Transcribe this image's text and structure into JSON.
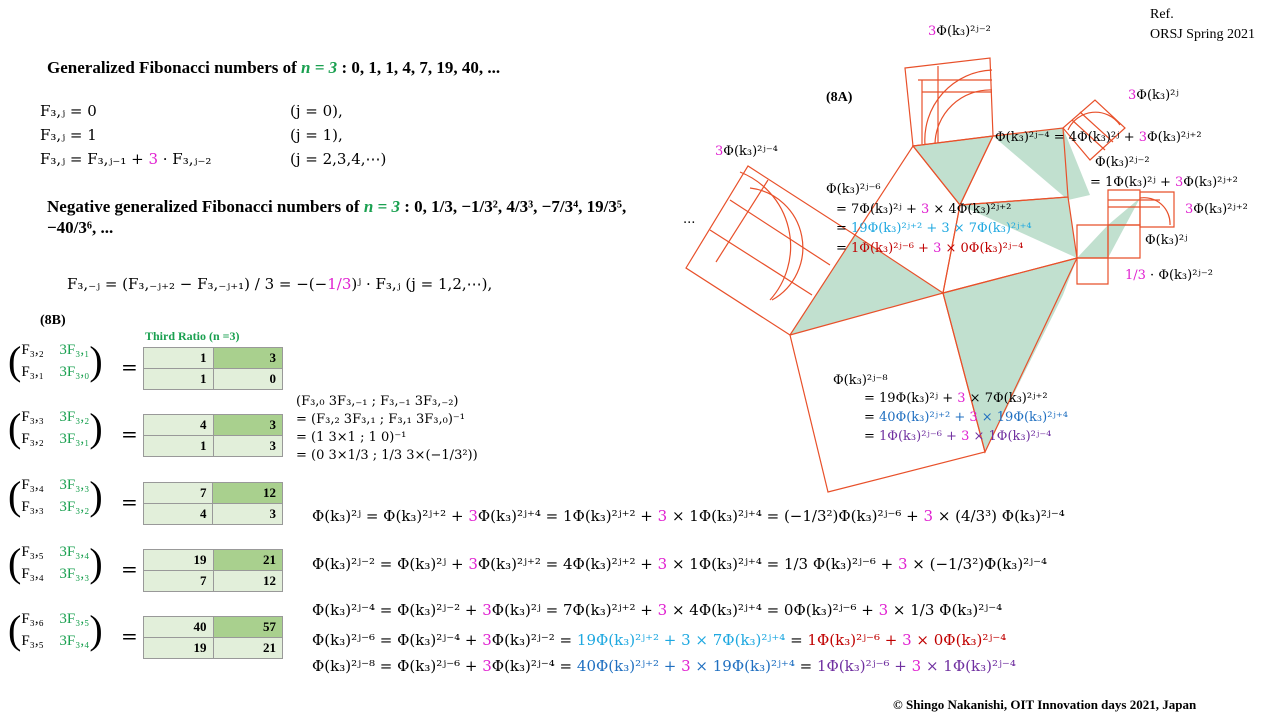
{
  "ref": {
    "line1": "Ref.",
    "line2": "ORSJ Spring  2021"
  },
  "title": {
    "text": "Generalized Fibonacci numbers of ",
    "n": "n = 3",
    "seq": " :   0, 1, 1, 4, 7, 19, 40, ..."
  },
  "definitions": [
    {
      "lhs": "F₃,ⱼ = 0",
      "cond": "(j = 0),"
    },
    {
      "lhs": "F₃,ⱼ = 1",
      "cond": "(j = 1),"
    },
    {
      "lhs": [
        {
          "t": "F₃,ⱼ = F₃,ⱼ₋₁ + ",
          "c": "k"
        },
        {
          "t": "3",
          "c": "m"
        },
        {
          "t": " · F₃,ⱼ₋₂",
          "c": "k"
        }
      ],
      "cond": "(j = 2,3,4,⋯)"
    }
  ],
  "negative": {
    "text": "Negative generalized Fibonacci numbers of ",
    "n": "n = 3",
    "seq": " :   0, 1/3, −1/3², 4/3³, −7/3⁴, 19/3⁵, −40/3⁶, ..."
  },
  "neg_formula": [
    {
      "t": "F₃,₋ⱼ = (F₃,₋ⱼ₊₂ − F₃,₋ⱼ₊₁) / 3 = −(−",
      "c": "k"
    },
    {
      "t": "1/3",
      "c": "m"
    },
    {
      "t": ")ʲ · F₃,ⱼ   (j = 1,2,⋯),",
      "c": "k"
    }
  ],
  "label_8b": "(8B)",
  "label_8a": "(8A)",
  "ratio_title": "Third Ratio (n =3)",
  "matrices": [
    {
      "r1": [
        "F₃,₂",
        "3F₃,₁"
      ],
      "r2": [
        "F₃,₁",
        "3F₃,₀"
      ],
      "cells": [
        [
          "1",
          "3"
        ],
        [
          "1",
          "0"
        ]
      ]
    },
    {
      "r1": [
        "F₃,₃",
        "3F₃,₂"
      ],
      "r2": [
        "F₃,₂",
        "3F₃,₁"
      ],
      "cells": [
        [
          "4",
          "3"
        ],
        [
          "1",
          "3"
        ]
      ]
    },
    {
      "r1": [
        "F₃,₄",
        "3F₃,₃"
      ],
      "r2": [
        "F₃,₃",
        "3F₃,₂"
      ],
      "cells": [
        [
          "7",
          "12"
        ],
        [
          "4",
          "3"
        ]
      ]
    },
    {
      "r1": [
        "F₃,₅",
        "3F₃,₄"
      ],
      "r2": [
        "F₃,₄",
        "3F₃,₃"
      ],
      "cells": [
        [
          "19",
          "21"
        ],
        [
          "7",
          "12"
        ]
      ]
    },
    {
      "r1": [
        "F₃,₆",
        "3F₃,₅"
      ],
      "r2": [
        "F₃,₅",
        "3F₃,₄"
      ],
      "cells": [
        [
          "40",
          "57"
        ],
        [
          "19",
          "21"
        ]
      ]
    }
  ],
  "eq_sign": "=",
  "inverse": {
    "a": "(F₃,₀  3F₃,₋₁ ; F₃,₋₁  3F₃,₋₂)",
    "b": "= (F₃,₂  3F₃,₁ ; F₃,₁  3F₃,₀)⁻¹",
    "c": "= (1  3×1 ; 1  0)⁻¹",
    "d": "= (0  3×1/3 ; 1/3  3×(−1/3²))"
  },
  "equations": [
    [
      {
        "t": "Φ(k₃)²ʲ     = Φ(k₃)²ʲ⁺² + ",
        "c": "k"
      },
      {
        "t": "3",
        "c": "m"
      },
      {
        "t": "Φ(k₃)²ʲ⁺⁴ =  1Φ(k₃)²ʲ⁺² + ",
        "c": "k"
      },
      {
        "t": "3",
        "c": "m"
      },
      {
        "t": " ×  1Φ(k₃)²ʲ⁺⁴ = (−1/3²)Φ(k₃)²ʲ⁻⁶ + ",
        "c": "k"
      },
      {
        "t": "3",
        "c": "m"
      },
      {
        "t": " × (4/3³) Φ(k₃)²ʲ⁻⁴",
        "c": "k"
      }
    ],
    [
      {
        "t": "Φ(k₃)²ʲ⁻² = Φ(k₃)²ʲ    + ",
        "c": "k"
      },
      {
        "t": "3",
        "c": "m"
      },
      {
        "t": "Φ(k₃)²ʲ⁺² =  4Φ(k₃)²ʲ⁺² + ",
        "c": "k"
      },
      {
        "t": "3",
        "c": "m"
      },
      {
        "t": " ×  1Φ(k₃)²ʲ⁺⁴ = 1/3 Φ(k₃)²ʲ⁻⁶ + ",
        "c": "k"
      },
      {
        "t": "3",
        "c": "m"
      },
      {
        "t": " × (−1/3²)Φ(k₃)²ʲ⁻⁴",
        "c": "k"
      }
    ],
    [
      {
        "t": "Φ(k₃)²ʲ⁻⁴ = Φ(k₃)²ʲ⁻² + ",
        "c": "k"
      },
      {
        "t": "3",
        "c": "m"
      },
      {
        "t": "Φ(k₃)²ʲ     =  7Φ(k₃)²ʲ⁺² + ",
        "c": "k"
      },
      {
        "t": "3",
        "c": "m"
      },
      {
        "t": " ×  4Φ(k₃)²ʲ⁺⁴ = 0Φ(k₃)²ʲ⁻⁶ + ",
        "c": "k"
      },
      {
        "t": "3",
        "c": "m"
      },
      {
        "t": " × 1/3 Φ(k₃)²ʲ⁻⁴",
        "c": "k"
      }
    ],
    [
      {
        "t": "Φ(k₃)²ʲ⁻⁶ = Φ(k₃)²ʲ⁻⁴ + ",
        "c": "k"
      },
      {
        "t": "3",
        "c": "m"
      },
      {
        "t": "Φ(k₃)²ʲ⁻² = ",
        "c": "k"
      },
      {
        "t": "19Φ(k₃)²ʲ⁺² + 3 ×  7Φ(k₃)²ʲ⁺⁴",
        "c": "b"
      },
      {
        "t": " = ",
        "c": "k"
      },
      {
        "t": "1Φ(k₃)²ʲ⁻⁶ + ",
        "c": "r"
      },
      {
        "t": "3",
        "c": "m"
      },
      {
        "t": " × 0Φ(k₃)²ʲ⁻⁴",
        "c": "r"
      }
    ],
    [
      {
        "t": "Φ(k₃)²ʲ⁻⁸ = Φ(k₃)²ʲ⁻⁶ + ",
        "c": "k"
      },
      {
        "t": "3",
        "c": "m"
      },
      {
        "t": "Φ(k₃)²ʲ⁻⁴ = ",
        "c": "k"
      },
      {
        "t": "40Φ(k₃)²ʲ⁺² + ",
        "c": "d"
      },
      {
        "t": "3",
        "c": "m"
      },
      {
        "t": " × 19Φ(k₃)²ʲ⁺⁴",
        "c": "d"
      },
      {
        "t": " = ",
        "c": "k"
      },
      {
        "t": "1Φ(k₃)²ʲ⁻⁶ + ",
        "c": "p"
      },
      {
        "t": "3",
        "c": "m"
      },
      {
        "t": " × 1Φ(k₃)²ʲ⁻⁴",
        "c": "p"
      }
    ]
  ],
  "diagram_labels": {
    "top": [
      {
        "t": "3",
        "c": "m"
      },
      {
        "t": "Φ(k₃)²ʲ⁻²",
        "c": "k"
      }
    ],
    "left": [
      {
        "t": "3",
        "c": "m"
      },
      {
        "t": "Φ(k₃)²ʲ⁻⁴",
        "c": "k"
      }
    ],
    "right_top": [
      {
        "t": "3",
        "c": "m"
      },
      {
        "t": "Φ(k₃)²ʲ",
        "c": "k"
      }
    ],
    "eq_a": [
      {
        "t": "Φ(k₃)²ʲ⁻⁴ = 4Φ(k₃)²ʲ + ",
        "c": "k"
      },
      {
        "t": "3",
        "c": "m"
      },
      {
        "t": "Φ(k₃)²ʲ⁺²",
        "c": "k"
      }
    ],
    "eq_b1": [
      {
        "t": "Φ(k₃)²ʲ⁻²",
        "c": "k"
      }
    ],
    "eq_b2": [
      {
        "t": "= 1Φ(k₃)²ʲ + ",
        "c": "k"
      },
      {
        "t": "3",
        "c": "m"
      },
      {
        "t": "Φ(k₃)²ʲ⁺²",
        "c": "k"
      }
    ],
    "right_mid": [
      {
        "t": "3",
        "c": "m"
      },
      {
        "t": "Φ(k₃)²ʲ⁺²",
        "c": "k"
      }
    ],
    "right_low": [
      {
        "t": "Φ(k₃)²ʲ",
        "c": "k"
      }
    ],
    "right_frac": [
      {
        "t": "1/3",
        "c": "m"
      },
      {
        "t": " · Φ(k₃)²ʲ⁻²",
        "c": "k"
      }
    ],
    "center1": [
      {
        "t": "Φ(k₃)²ʲ⁻⁶",
        "c": "k"
      }
    ],
    "center2": [
      {
        "t": "= 7Φ(k₃)²ʲ + ",
        "c": "k"
      },
      {
        "t": "3",
        "c": "m"
      },
      {
        "t": " ×  4Φ(k₃)²ʲ⁺²",
        "c": "k"
      }
    ],
    "center3": [
      {
        "t": "= ",
        "c": "k"
      },
      {
        "t": "19Φ(k₃)²ʲ⁺² + 3 ×  7Φ(k₃)²ʲ⁺⁴",
        "c": "b"
      }
    ],
    "center4": [
      {
        "t": "= ",
        "c": "k"
      },
      {
        "t": "1Φ(k₃)²ʲ⁻⁶ + ",
        "c": "r"
      },
      {
        "t": "3",
        "c": "m"
      },
      {
        "t": " × 0Φ(k₃)²ʲ⁻⁴",
        "c": "r"
      }
    ],
    "bottom1": [
      {
        "t": "Φ(k₃)²ʲ⁻⁸",
        "c": "k"
      }
    ],
    "bottom2": [
      {
        "t": "= 19Φ(k₃)²ʲ + ",
        "c": "k"
      },
      {
        "t": "3",
        "c": "m"
      },
      {
        "t": " × 7Φ(k₃)²ʲ⁺²",
        "c": "k"
      }
    ],
    "bottom3": [
      {
        "t": "= ",
        "c": "k"
      },
      {
        "t": "40Φ(k₃)²ʲ⁺² + ",
        "c": "d"
      },
      {
        "t": "3",
        "c": "m"
      },
      {
        "t": " × 19Φ(k₃)²ʲ⁺⁴",
        "c": "d"
      }
    ],
    "bottom4": [
      {
        "t": "= ",
        "c": "k"
      },
      {
        "t": "1Φ(k₃)²ʲ⁻⁶ + ",
        "c": "p"
      },
      {
        "t": "3",
        "c": "m"
      },
      {
        "t": " × 1Φ(k₃)²ʲ⁻⁴",
        "c": "p"
      }
    ],
    "ellipsis": "..."
  },
  "footer": "© Shingo Nakanishi, OIT Innovation  days 2021, Japan",
  "colors": {
    "stroke": "#e8502a",
    "fill": "#c1e0cf",
    "magenta": "#e020d0",
    "green": "#1aa050"
  }
}
